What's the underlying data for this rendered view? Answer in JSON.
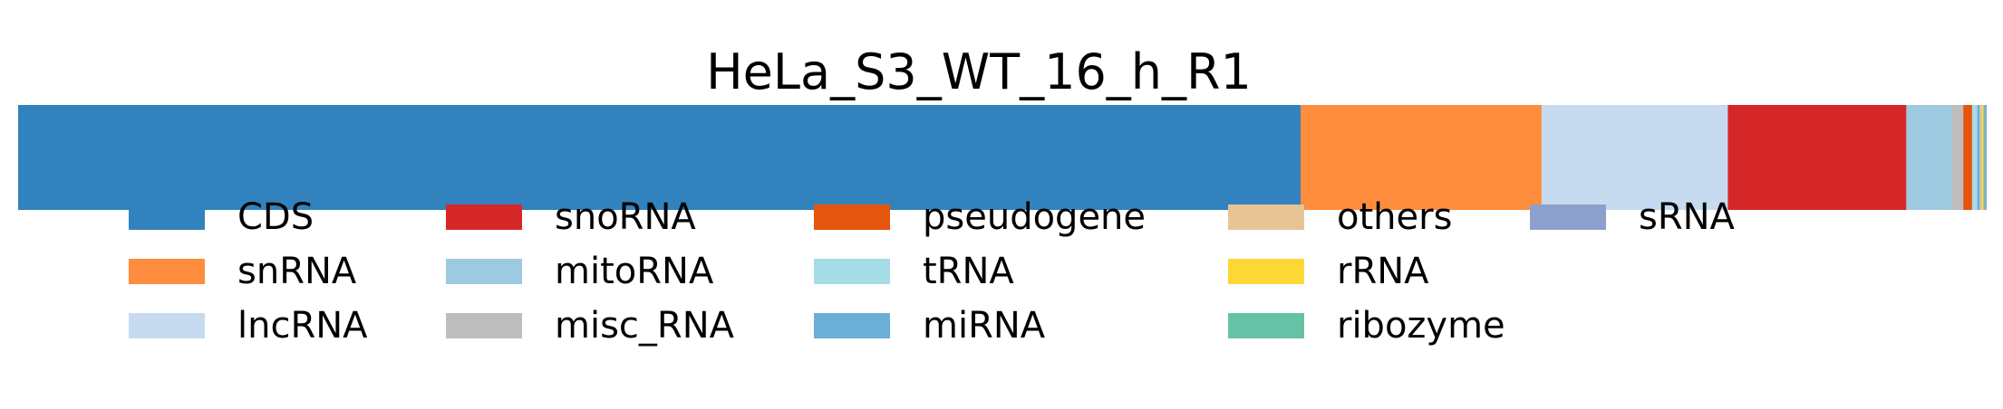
{
  "chart_data": {
    "type": "bar",
    "orientation": "horizontal-stacked",
    "title": "HeLa_S3_WT_16_h_R1",
    "xlabel": "",
    "ylabel": "",
    "grid": false,
    "legend_position": "bottom",
    "legend_columns": 5,
    "unit": "fraction",
    "series": [
      {
        "name": "CDS",
        "value": 0.6515,
        "color": "#3182bd"
      },
      {
        "name": "snRNA",
        "value": 0.1224,
        "color": "#fd8d3c"
      },
      {
        "name": "lncRNA",
        "value": 0.0946,
        "color": "#c6dbef"
      },
      {
        "name": "snoRNA",
        "value": 0.0907,
        "color": "#d62728"
      },
      {
        "name": "mitoRNA",
        "value": 0.0231,
        "color": "#9ecae1"
      },
      {
        "name": "misc_RNA",
        "value": 0.0058,
        "color": "#bdbdbd"
      },
      {
        "name": "pseudogene",
        "value": 0.0045,
        "color": "#e6550d"
      },
      {
        "name": "tRNA",
        "value": 0.0026,
        "color": "#a6dce5"
      },
      {
        "name": "miRNA",
        "value": 0.0013,
        "color": "#6baed6"
      },
      {
        "name": "others",
        "value": 0.0013,
        "color": "#e7c496"
      },
      {
        "name": "rRNA",
        "value": 0.0006,
        "color": "#fdd835"
      },
      {
        "name": "ribozyme",
        "value": 0.0008,
        "color": "#66c2a5"
      },
      {
        "name": "sRNA",
        "value": 0.0008,
        "color": "#8da0cb"
      }
    ]
  }
}
